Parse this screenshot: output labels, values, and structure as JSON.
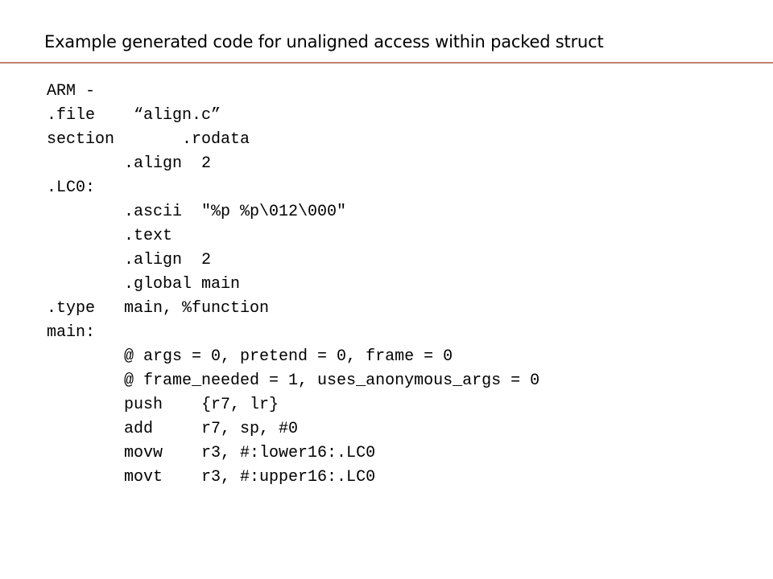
{
  "slide": {
    "title": "Example generated code for unaligned access within packed struct",
    "rule_color": "#c0836f"
  },
  "code": {
    "lines": [
      "ARM -",
      ".file    “align.c”",
      "section       .rodata",
      "        .align  2",
      ".LC0:",
      "        .ascii  \"%p %p\\012\\000\"",
      "        .text",
      "        .align  2",
      "        .global main",
      ".type   main, %function",
      "main:",
      "        @ args = 0, pretend = 0, frame = 0",
      "        @ frame_needed = 1, uses_anonymous_args = 0",
      "        push    {r7, lr}",
      "        add     r7, sp, #0",
      "        movw    r3, #:lower16:.LC0",
      "        movt    r3, #:upper16:.LC0"
    ]
  }
}
